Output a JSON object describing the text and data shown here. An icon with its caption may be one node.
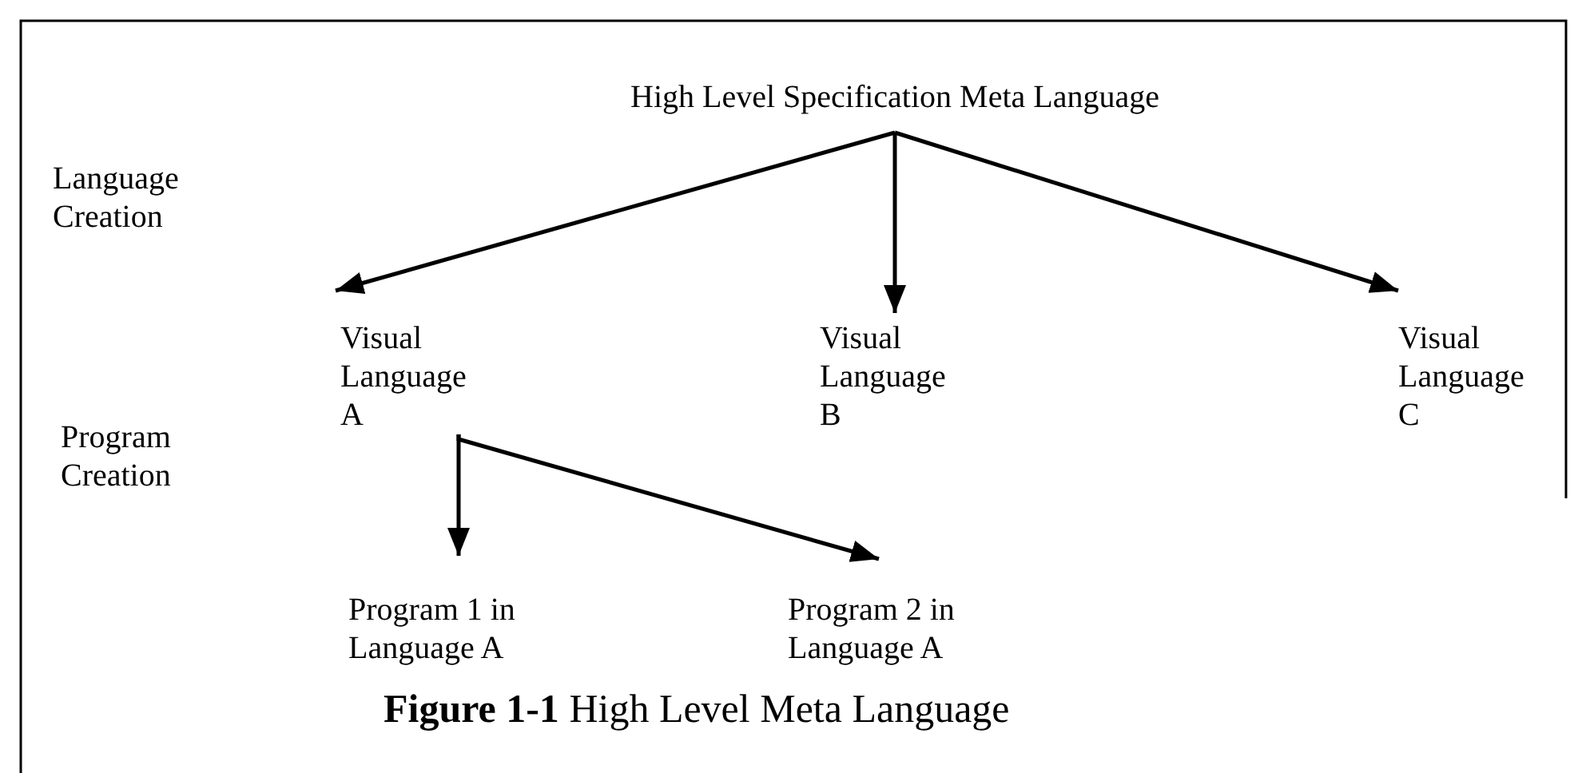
{
  "diagram": {
    "caption": "**Figure 1-1** High Level Meta Language",
    "nodes": [
      {
        "text": [
          "High Level Specification Meta Language"
        ]
      },
      {
        "text": [
          "Visual Language A"
        ]
      },
      {
        "text": [
          "Visual Language B"
        ]
      },
      {
        "text": [
          "Visual Language C"
        ]
      },
      {
        "text": [
          "Program 1 in Language A"
        ]
      },
      {
        "text": [
          "Program 2 in Language A"
        ]
      }
    ],
    "edges": [
      {
        "from": 0,
        "to": 1,
        "arrow": "to"
      },
      {
        "from": 0,
        "to": 2,
        "arrow": "to"
      },
      {
        "from": 0,
        "to": 3,
        "arrow": "to"
      },
      {
        "from": 1,
        "to": 4,
        "arrow": "to"
      },
      {
        "from": 1,
        "to": 5,
        "arrow": "to"
      }
    ],
    "labels": [
      "Language Creation",
      "Program Creation"
    ]
  }
}
